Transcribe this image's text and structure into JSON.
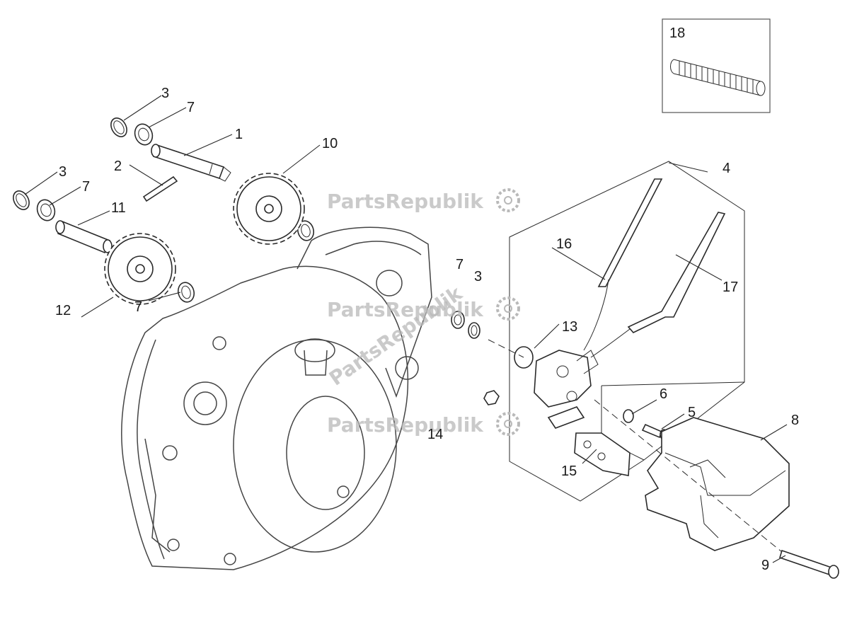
{
  "callouts": {
    "c1": "1",
    "c2": "2",
    "c3a": "3",
    "c3b": "3",
    "c3c": "3",
    "c4": "4",
    "c5": "5",
    "c6": "6",
    "c7a": "7",
    "c7b": "7",
    "c7c": "7",
    "c7d": "7",
    "c8": "8",
    "c9": "9",
    "c10": "10",
    "c11": "11",
    "c12": "12",
    "c13": "13",
    "c14": "14",
    "c15": "15",
    "c16": "16",
    "c17": "17",
    "c18": "18"
  },
  "watermark": {
    "text": "PartsRepublik"
  },
  "icons": [
    "gear-icon",
    "spring-icon"
  ]
}
